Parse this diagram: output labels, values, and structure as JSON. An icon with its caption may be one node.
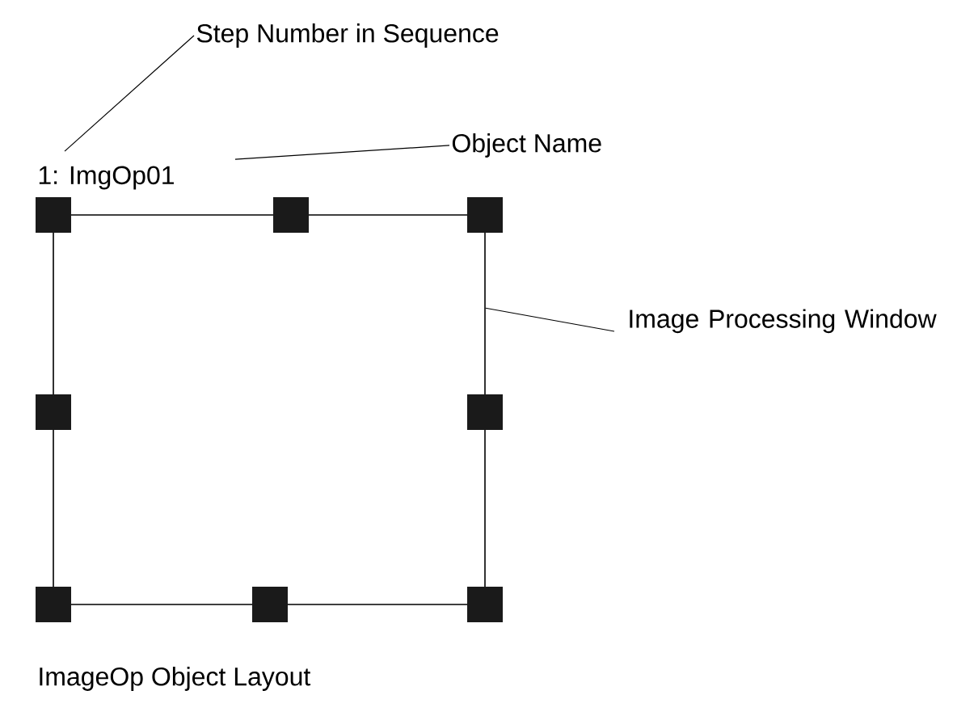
{
  "diagram": {
    "caption": "ImageOp Object Layout",
    "nodes": [
      {
        "text": [
          "Step Number in Sequence"
        ]
      },
      {
        "text": [
          "Object Name"
        ]
      },
      {
        "text": [
          "Image Processing Window"
        ]
      },
      {
        "text": [],
        "shape": "box"
      },
      {
        "text": [
          "1: ImgOp01"
        ]
      }
    ],
    "edges": [
      {
        "from": 0,
        "to": 4,
        "arrow": "none"
      },
      {
        "from": 1,
        "to": 4,
        "arrow": "none"
      },
      {
        "from": 2,
        "to": 3,
        "arrow": "none"
      }
    ]
  }
}
